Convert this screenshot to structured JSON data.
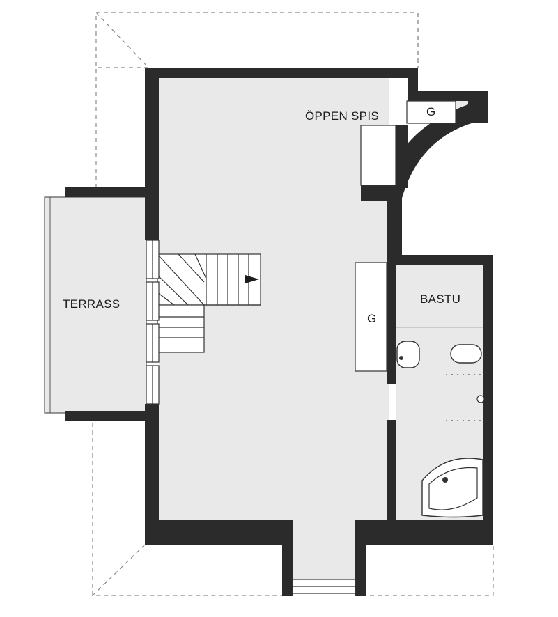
{
  "plan": {
    "labels": {
      "terrace": "TERRASS",
      "fireplace": "ÖPPEN SPIS",
      "sauna": "BASTU",
      "closet_fireplace": "G",
      "closet_center": "G"
    }
  }
}
